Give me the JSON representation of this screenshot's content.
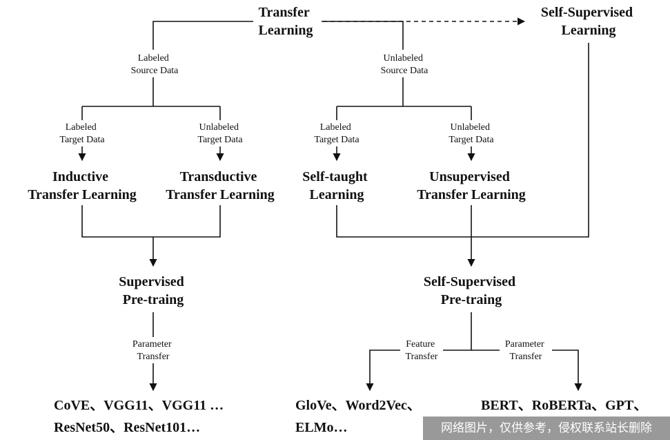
{
  "nodes": {
    "transfer_learning": [
      "Transfer",
      "Learning"
    ],
    "self_supervised_learning": [
      "Self-Supervised",
      "Learning"
    ],
    "inductive": [
      "Inductive",
      "Transfer Learning"
    ],
    "transductive": [
      "Transductive",
      "Transfer Learning"
    ],
    "self_taught": [
      "Self-taught",
      "Learning"
    ],
    "unsupervised": [
      "Unsupervised",
      "Transfer Learning"
    ],
    "supervised_pretraining": [
      "Supervised",
      "Pre-traing"
    ],
    "self_supervised_pretraining": [
      "Self-Supervised",
      "Pre-traing"
    ]
  },
  "edge_labels": {
    "labeled_source": [
      "Labeled",
      "Source Data"
    ],
    "unlabeled_source": [
      "Unlabeled",
      "Source Data"
    ],
    "labeled_target_left": [
      "Labeled",
      "Target Data"
    ],
    "unlabeled_target_left": [
      "Unlabeled",
      "Target Data"
    ],
    "labeled_target_right": [
      "Labeled",
      "Target Data"
    ],
    "unlabeled_target_right": [
      "Unlabeled",
      "Target Data"
    ],
    "parameter_transfer_left": [
      "Parameter",
      "Transfer"
    ],
    "feature_transfer": [
      "Feature",
      "Transfer"
    ],
    "parameter_transfer_right": [
      "Parameter",
      "Transfer"
    ]
  },
  "leaves": {
    "supervised_models": [
      "CoVE、VGG11、VGG11 …",
      "ResNet50、ResNet101…"
    ],
    "feature_models": [
      "GloVe、Word2Vec、",
      "ELMo…"
    ],
    "parameter_models": [
      "BERT、RoBERTa、GPT、"
    ]
  },
  "watermark": "网络图片，仅供参考，侵权联系站长删除"
}
